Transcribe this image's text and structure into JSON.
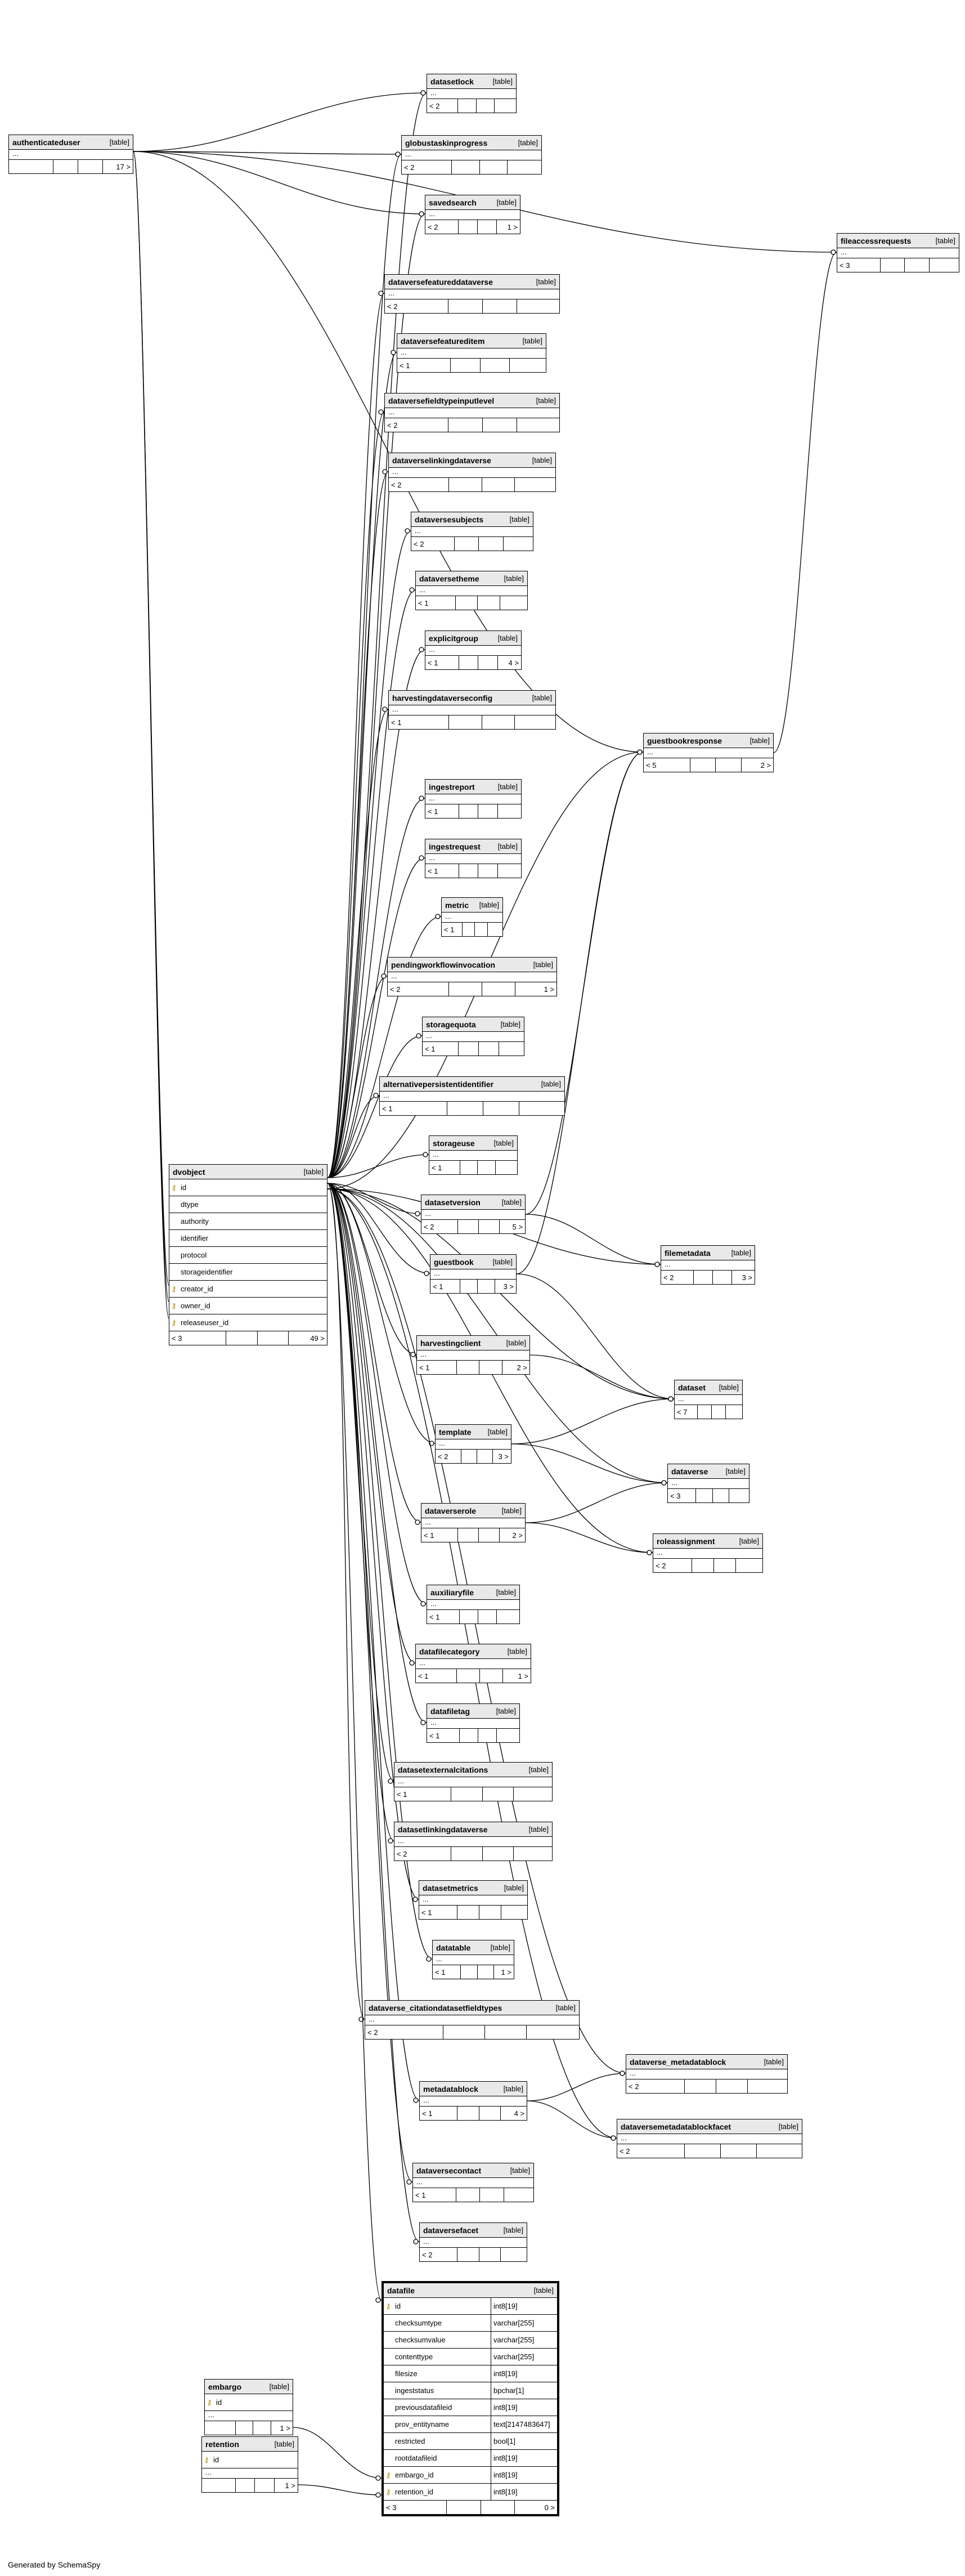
{
  "footer": "Generated by SchemaSpy",
  "type_label": "[table]",
  "tables": [
    {
      "id": "authenticateduser",
      "name": "authenticateduser",
      "dots": "...",
      "counts": {
        "left": "",
        "right": "17 >"
      }
    },
    {
      "id": "datasetlock",
      "name": "datasetlock",
      "dots": "...",
      "counts": {
        "left": "< 2",
        "right": ""
      }
    },
    {
      "id": "globustaskinprogress",
      "name": "globustaskinprogress",
      "dots": "...",
      "counts": {
        "left": "< 2",
        "right": ""
      }
    },
    {
      "id": "savedsearch",
      "name": "savedsearch",
      "dots": "...",
      "counts": {
        "left": "< 2",
        "right": "1 >"
      }
    },
    {
      "id": "fileaccessrequests",
      "name": "fileaccessrequests",
      "dots": "...",
      "counts": {
        "left": "< 3",
        "right": ""
      }
    },
    {
      "id": "dataversefeatureddataverse",
      "name": "dataversefeatureddataverse",
      "dots": "...",
      "counts": {
        "left": "< 2",
        "right": ""
      }
    },
    {
      "id": "dataversefeatureditem",
      "name": "dataversefeatureditem",
      "dots": "...",
      "counts": {
        "left": "< 1",
        "right": ""
      }
    },
    {
      "id": "dataversefieldtypeinputlevel",
      "name": "dataversefieldtypeinputlevel",
      "dots": "...",
      "counts": {
        "left": "< 2",
        "right": ""
      }
    },
    {
      "id": "dataverselinkingdataverse",
      "name": "dataverselinkingdataverse",
      "dots": "...",
      "counts": {
        "left": "< 2",
        "right": ""
      }
    },
    {
      "id": "dataversesubjects",
      "name": "dataversesubjects",
      "dots": "...",
      "counts": {
        "left": "< 2",
        "right": ""
      }
    },
    {
      "id": "dataversetheme",
      "name": "dataversetheme",
      "dots": "...",
      "counts": {
        "left": "< 1",
        "right": ""
      }
    },
    {
      "id": "explicitgroup",
      "name": "explicitgroup",
      "dots": "...",
      "counts": {
        "left": "< 1",
        "right": "4 >"
      }
    },
    {
      "id": "harvestingdataverseconfig",
      "name": "harvestingdataverseconfig",
      "dots": "...",
      "counts": {
        "left": "< 1",
        "right": ""
      }
    },
    {
      "id": "guestbookresponse",
      "name": "guestbookresponse",
      "dots": "...",
      "counts": {
        "left": "< 5",
        "right": "2 >"
      }
    },
    {
      "id": "ingestreport",
      "name": "ingestreport",
      "dots": "...",
      "counts": {
        "left": "< 1",
        "right": ""
      }
    },
    {
      "id": "ingestrequest",
      "name": "ingestrequest",
      "dots": "...",
      "counts": {
        "left": "< 1",
        "right": ""
      }
    },
    {
      "id": "metric",
      "name": "metric",
      "dots": "...",
      "counts": {
        "left": "< 1",
        "right": ""
      }
    },
    {
      "id": "pendingworkflowinvocation",
      "name": "pendingworkflowinvocation",
      "dots": "...",
      "counts": {
        "left": "< 2",
        "right": "1 >"
      }
    },
    {
      "id": "storagequota",
      "name": "storagequota",
      "dots": "...",
      "counts": {
        "left": "< 1",
        "right": ""
      }
    },
    {
      "id": "alternativepersistentidentifier",
      "name": "alternativepersistentidentifier",
      "dots": "...",
      "counts": {
        "left": "< 1",
        "right": ""
      }
    },
    {
      "id": "storageuse",
      "name": "storageuse",
      "dots": "...",
      "counts": {
        "left": "< 1",
        "right": ""
      }
    },
    {
      "id": "datasetversion",
      "name": "datasetversion",
      "dots": "...",
      "counts": {
        "left": "< 2",
        "right": "5 >"
      }
    },
    {
      "id": "filemetadata",
      "name": "filemetadata",
      "dots": "...",
      "counts": {
        "left": "< 2",
        "right": "3 >"
      }
    },
    {
      "id": "guestbook",
      "name": "guestbook",
      "dots": "...",
      "counts": {
        "left": "< 1",
        "right": "3 >"
      }
    },
    {
      "id": "harvestingclient",
      "name": "harvestingclient",
      "dots": "...",
      "counts": {
        "left": "< 1",
        "right": "2 >"
      }
    },
    {
      "id": "dataset",
      "name": "dataset",
      "dots": "...",
      "counts": {
        "left": "< 7",
        "right": ""
      }
    },
    {
      "id": "template",
      "name": "template",
      "dots": "...",
      "counts": {
        "left": "< 2",
        "right": "3 >"
      }
    },
    {
      "id": "dataverse",
      "name": "dataverse",
      "dots": "...",
      "counts": {
        "left": "< 3",
        "right": ""
      }
    },
    {
      "id": "dataverserole",
      "name": "dataverserole",
      "dots": "...",
      "counts": {
        "left": "< 1",
        "right": "2 >"
      }
    },
    {
      "id": "roleassignment",
      "name": "roleassignment",
      "dots": "...",
      "counts": {
        "left": "< 2",
        "right": ""
      }
    },
    {
      "id": "auxiliaryfile",
      "name": "auxiliaryfile",
      "dots": "...",
      "counts": {
        "left": "< 1",
        "right": ""
      }
    },
    {
      "id": "datafilecategory",
      "name": "datafilecategory",
      "dots": "...",
      "counts": {
        "left": "< 1",
        "right": "1 >"
      }
    },
    {
      "id": "datafiletag",
      "name": "datafiletag",
      "dots": "...",
      "counts": {
        "left": "< 1",
        "right": ""
      }
    },
    {
      "id": "datasetexternalcitations",
      "name": "datasetexternalcitations",
      "dots": "...",
      "counts": {
        "left": "< 1",
        "right": ""
      }
    },
    {
      "id": "datasetlinkingdataverse",
      "name": "datasetlinkingdataverse",
      "dots": "...",
      "counts": {
        "left": "< 2",
        "right": ""
      }
    },
    {
      "id": "datasetmetrics",
      "name": "datasetmetrics",
      "dots": "...",
      "counts": {
        "left": "< 1",
        "right": ""
      }
    },
    {
      "id": "datatable",
      "name": "datatable",
      "dots": "...",
      "counts": {
        "left": "< 1",
        "right": "1 >"
      }
    },
    {
      "id": "dataverse_citationdatasetfieldtypes",
      "name": "dataverse_citationdatasetfieldtypes",
      "dots": "...",
      "counts": {
        "left": "< 2",
        "right": ""
      }
    },
    {
      "id": "dataverse_metadatablock",
      "name": "dataverse_metadatablock",
      "dots": "...",
      "counts": {
        "left": "< 2",
        "right": ""
      }
    },
    {
      "id": "metadatablock",
      "name": "metadatablock",
      "dots": "...",
      "counts": {
        "left": "< 1",
        "right": "4 >"
      }
    },
    {
      "id": "dataversemetadatablockfacet",
      "name": "dataversemetadatablockfacet",
      "dots": "...",
      "counts": {
        "left": "< 2",
        "right": ""
      }
    },
    {
      "id": "dataversecontact",
      "name": "dataversecontact",
      "dots": "...",
      "counts": {
        "left": "< 1",
        "right": ""
      }
    },
    {
      "id": "dataversefacet",
      "name": "dataversefacet",
      "dots": "...",
      "counts": {
        "left": "< 2",
        "right": ""
      }
    },
    {
      "id": "dvobject",
      "name": "dvobject",
      "rows": [
        {
          "key": "pk",
          "name": "id"
        },
        {
          "key": "",
          "name": "dtype"
        },
        {
          "key": "",
          "name": "authority"
        },
        {
          "key": "",
          "name": "identifier"
        },
        {
          "key": "",
          "name": "protocol"
        },
        {
          "key": "",
          "name": "storageidentifier"
        },
        {
          "key": "fk",
          "name": "creator_id"
        },
        {
          "key": "fk",
          "name": "owner_id"
        },
        {
          "key": "fk",
          "name": "releaseuser_id"
        }
      ],
      "counts": {
        "left": "< 3",
        "right": "49 >"
      }
    },
    {
      "id": "datafile",
      "name": "datafile",
      "focus": true,
      "rows": [
        {
          "key": "pk",
          "name": "id",
          "type": "int8[19]"
        },
        {
          "key": "",
          "name": "checksumtype",
          "type": "varchar[255]"
        },
        {
          "key": "",
          "name": "checksumvalue",
          "type": "varchar[255]"
        },
        {
          "key": "",
          "name": "contenttype",
          "type": "varchar[255]"
        },
        {
          "key": "",
          "name": "filesize",
          "type": "int8[19]"
        },
        {
          "key": "",
          "name": "ingeststatus",
          "type": "bpchar[1]"
        },
        {
          "key": "",
          "name": "previousdatafileid",
          "type": "int8[19]"
        },
        {
          "key": "",
          "name": "prov_entityname",
          "type": "text[2147483647]"
        },
        {
          "key": "",
          "name": "restricted",
          "type": "bool[1]"
        },
        {
          "key": "",
          "name": "rootdatafileid",
          "type": "int8[19]"
        },
        {
          "key": "fk",
          "name": "embargo_id",
          "type": "int8[19]"
        },
        {
          "key": "fk",
          "name": "retention_id",
          "type": "int8[19]"
        }
      ],
      "counts": {
        "left": "< 3",
        "right": "0 >"
      }
    },
    {
      "id": "embargo",
      "name": "embargo",
      "rows": [
        {
          "key": "pk",
          "name": "id"
        }
      ],
      "dots": "...",
      "counts": {
        "left": "",
        "right": "1 >"
      }
    },
    {
      "id": "retention",
      "name": "retention",
      "rows": [
        {
          "key": "pk",
          "name": "id"
        }
      ],
      "dots": "...",
      "counts": {
        "left": "",
        "right": "1 >"
      }
    }
  ],
  "key_icons": {
    "pk": "primary-key-icon",
    "fk": "foreign-key-icon"
  }
}
